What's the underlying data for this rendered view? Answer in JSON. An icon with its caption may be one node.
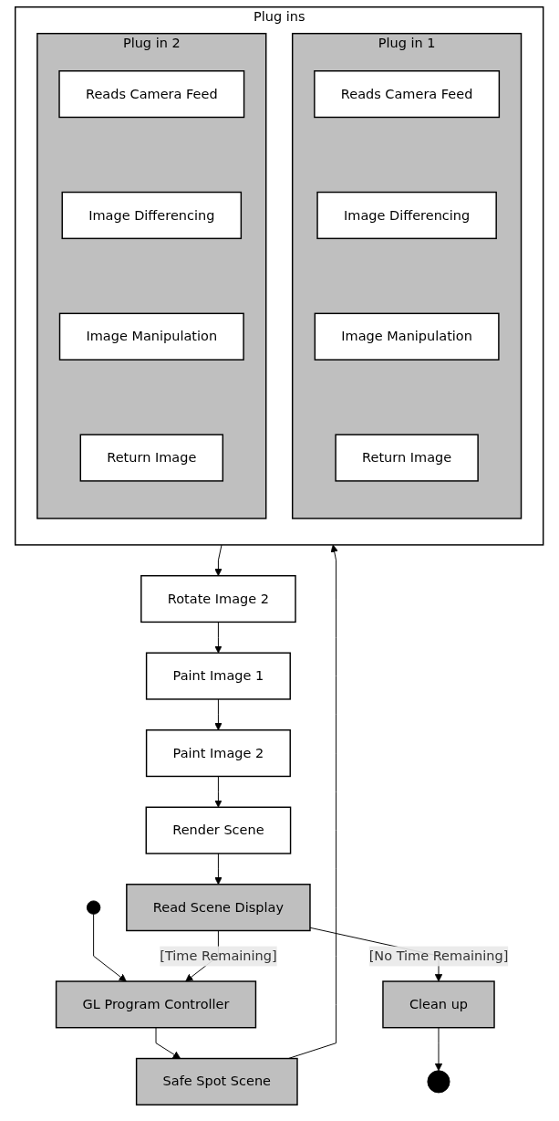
{
  "diagram": {
    "nodes": [
      {
        "text": [],
        "shape": "circle"
      },
      {
        "text": [
          "GL Program Controller"
        ]
      },
      {
        "text": [
          "Safe Spot Scene"
        ]
      },
      {
        "text": [
          "Plug ins"
        ]
      },
      {
        "text": [
          "Plug in 1"
        ],
        "in": 3
      },
      {
        "text": [
          "Reads Camera Feed"
        ],
        "in": 4
      },
      {
        "text": [
          "Image Differencing"
        ],
        "in": 4
      },
      {
        "text": [
          "Image Manipulation"
        ],
        "in": 4
      },
      {
        "text": [
          "Return Image"
        ],
        "in": 4
      },
      {
        "text": [
          "Plug in 2"
        ],
        "in": 3
      },
      {
        "text": [
          "Reads Camera Feed"
        ],
        "in": 9
      },
      {
        "text": [
          "Image Differencing"
        ],
        "in": 9
      },
      {
        "text": [
          "Image Manipulation"
        ],
        "in": 9
      },
      {
        "text": [
          "Return Image"
        ],
        "in": 9
      },
      {
        "text": [
          "Rotate Image 2"
        ]
      },
      {
        "text": [
          "Paint Image 1"
        ]
      },
      {
        "text": [
          "Paint Image 2"
        ]
      },
      {
        "text": [
          "Render Scene"
        ]
      },
      {
        "text": [
          "Read Scene Display"
        ]
      },
      {
        "text": [
          "Clean up"
        ]
      },
      {
        "text": [],
        "shape": "bullseye"
      }
    ],
    "edges": [
      {
        "from": 0,
        "to": 1,
        "arrow": "to"
      },
      {
        "from": 1,
        "to": 2,
        "arrow": "to"
      },
      {
        "from": 2,
        "to": 3,
        "arrow": "to"
      },
      {
        "from": 3,
        "to": 14,
        "arrow": "to"
      },
      {
        "from": 14,
        "to": 15,
        "arrow": "to"
      },
      {
        "from": 15,
        "to": 16,
        "arrow": "to"
      },
      {
        "from": 16,
        "to": 17,
        "arrow": "to"
      },
      {
        "from": 17,
        "to": 18,
        "arrow": "to"
      },
      {
        "from": 18,
        "to": 1,
        "label": "[Time Remaining]",
        "arrow": "to"
      },
      {
        "from": 18,
        "to": 19,
        "label": "[No Time Remaining]",
        "arrow": "to"
      },
      {
        "from": 19,
        "to": 20,
        "arrow": "to"
      }
    ]
  }
}
